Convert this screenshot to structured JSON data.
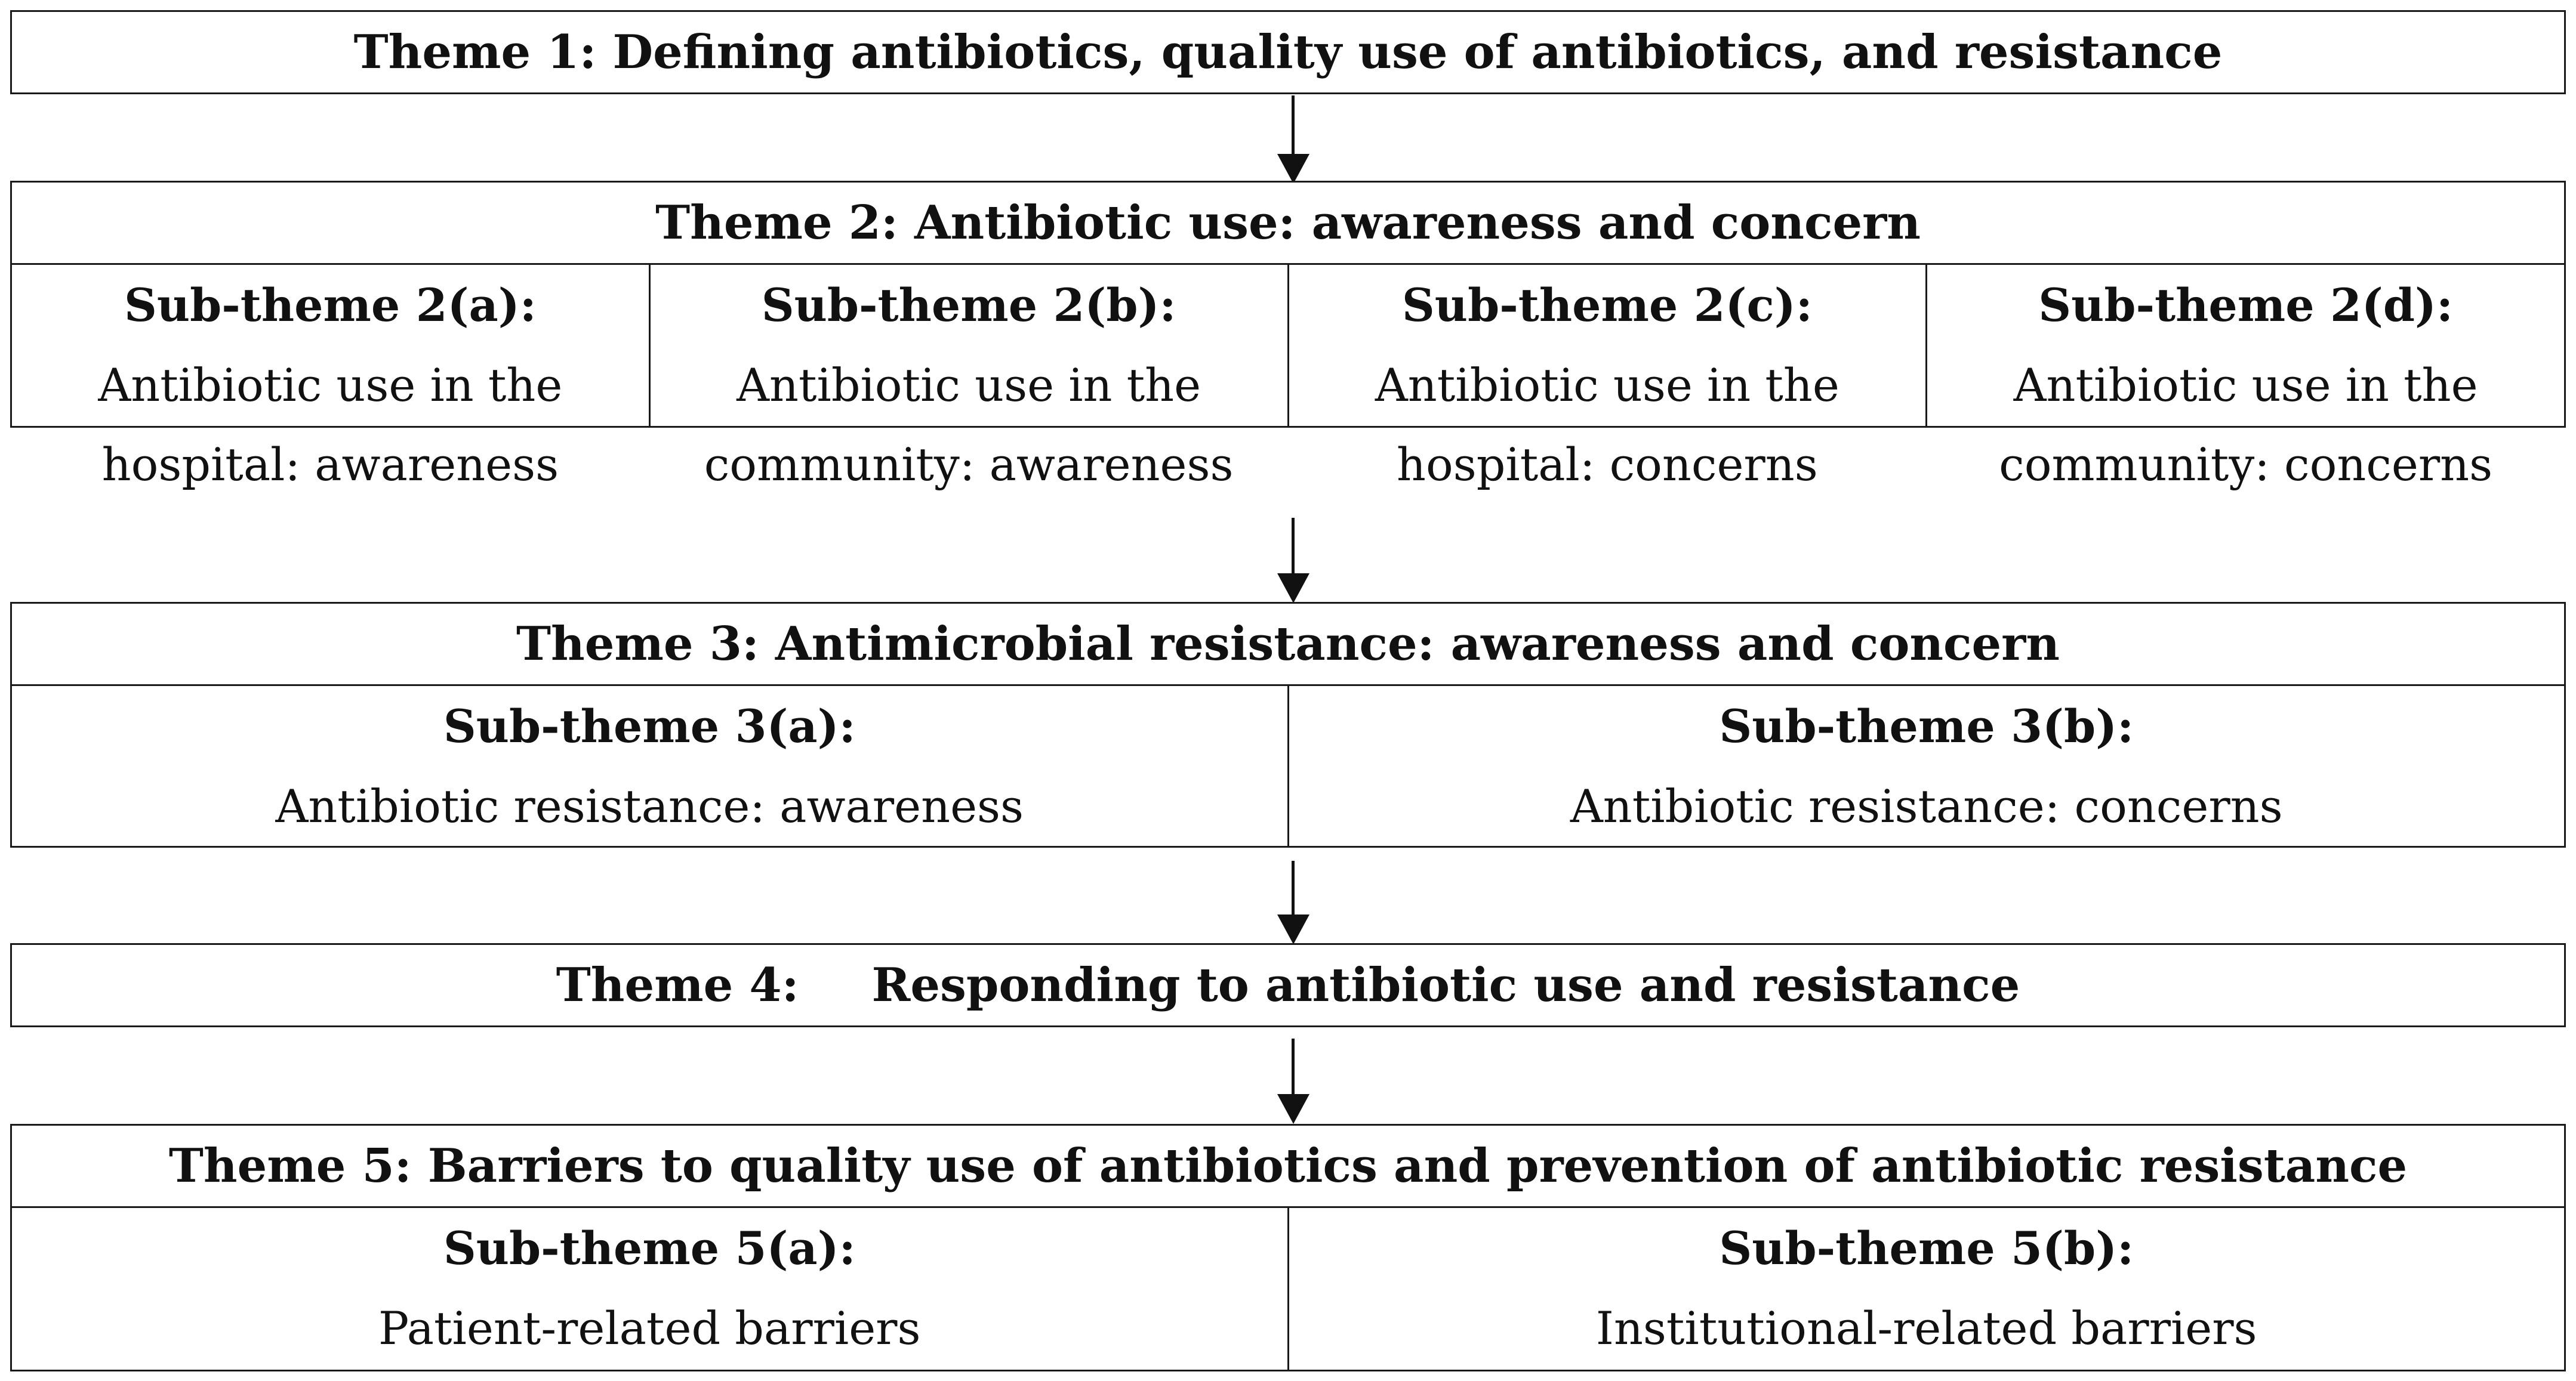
{
  "theme1": {
    "title": "Theme 1: Defining antibiotics, quality use of antibiotics, and resistance"
  },
  "theme2": {
    "title": "Theme 2: Antibiotic use: awareness and concern",
    "subthemes": [
      {
        "label": "Sub-theme 2(a):",
        "line1": "Antibiotic use in the",
        "line2": "hospital: awareness"
      },
      {
        "label": "Sub-theme 2(b):",
        "line1": "Antibiotic use in the",
        "line2": "community: awareness"
      },
      {
        "label": "Sub-theme 2(c):",
        "line1": "Antibiotic use in the",
        "line2": "hospital: concerns"
      },
      {
        "label": "Sub-theme 2(d):",
        "line1": "Antibiotic use in the",
        "line2": "community: concerns"
      }
    ]
  },
  "theme3": {
    "title": "Theme 3: Antimicrobial resistance: awareness and concern",
    "subthemes": [
      {
        "label": "Sub-theme 3(a):",
        "text": "Antibiotic resistance: awareness"
      },
      {
        "label": "Sub-theme 3(b):",
        "text": "Antibiotic resistance: concerns"
      }
    ]
  },
  "theme4": {
    "label": "Theme 4:",
    "title": "Responding to antibiotic use and resistance"
  },
  "theme5": {
    "title": "Theme 5: Barriers to quality use of antibiotics and prevention of antibiotic resistance",
    "subthemes": [
      {
        "label": "Sub-theme 5(a):",
        "text": "Patient-related barriers"
      },
      {
        "label": "Sub-theme 5(b):",
        "text": "Institutional-related barriers"
      }
    ]
  }
}
